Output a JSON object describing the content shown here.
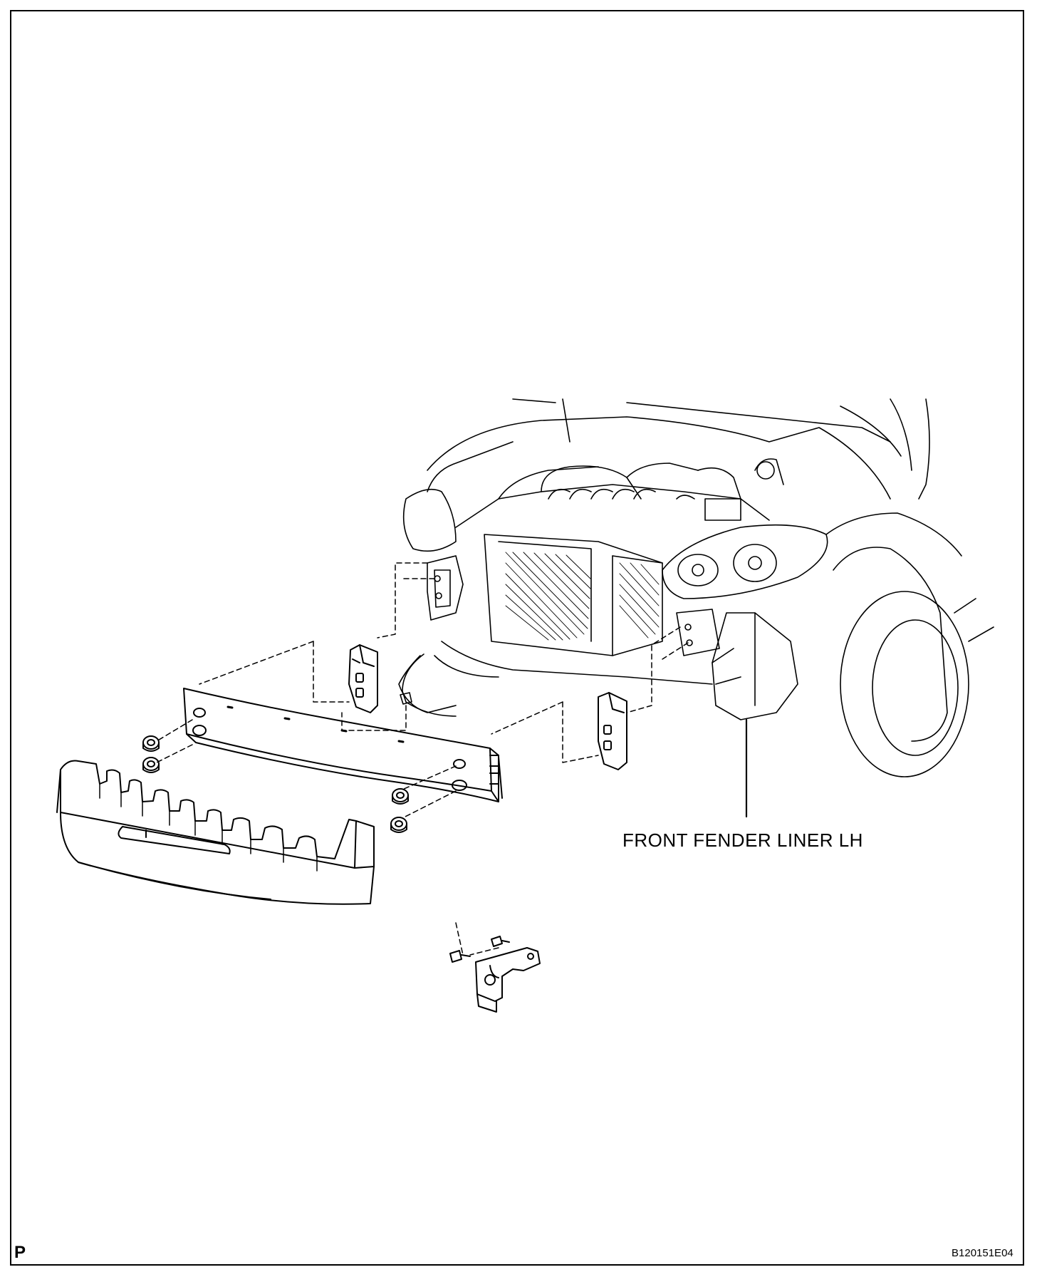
{
  "callouts": {
    "front_fender_liner": "FRONT FENDER LINER LH"
  },
  "footer": {
    "page_mark": "P",
    "figure_id": "B120151E04"
  },
  "colors": {
    "line": "#000000",
    "background": "#ffffff"
  }
}
